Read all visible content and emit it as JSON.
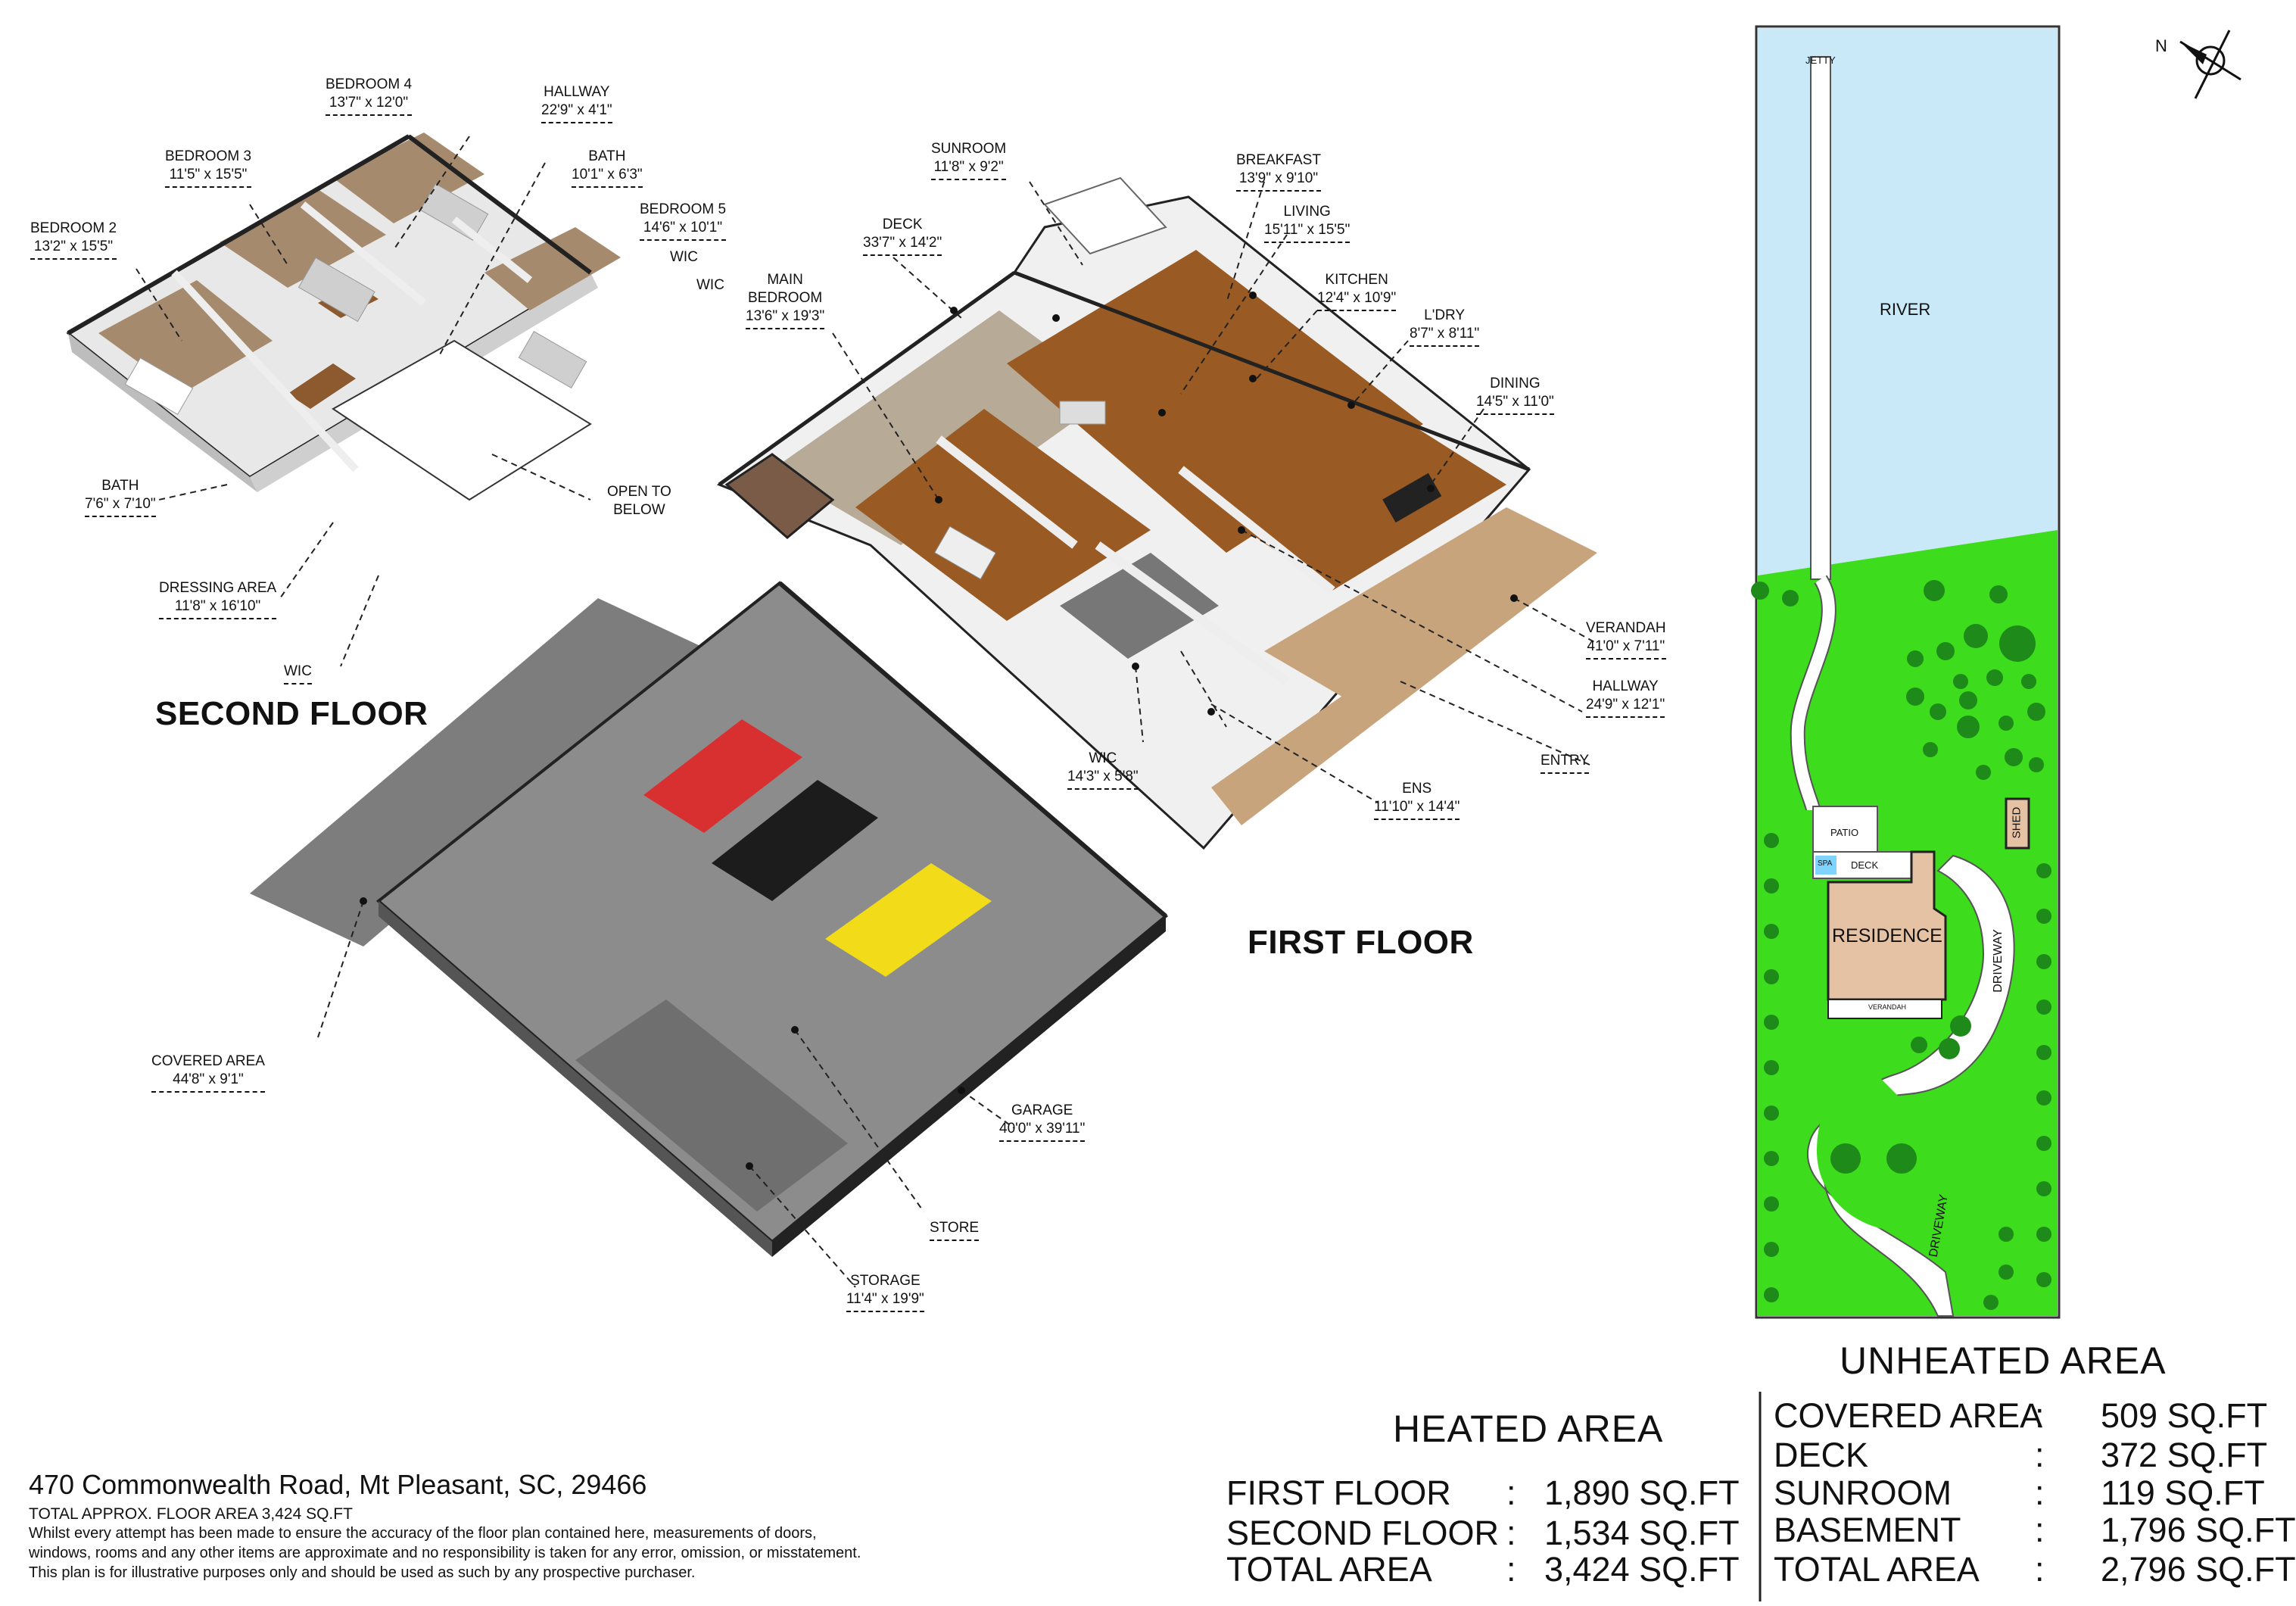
{
  "floors": {
    "second": "SECOND FLOOR",
    "first": "FIRST FLOOR"
  },
  "rooms": {
    "bedroom4": {
      "name": "BEDROOM 4",
      "dim": "13'7\" x 12'0\""
    },
    "hallway2": {
      "name": "HALLWAY",
      "dim": "22'9\" x 4'1\""
    },
    "bedroom3": {
      "name": "BEDROOM 3",
      "dim": "11'5\" x 15'5\""
    },
    "bath2a": {
      "name": "BATH",
      "dim": "10'1\" x 6'3\""
    },
    "bedroom2": {
      "name": "BEDROOM 2",
      "dim": "13'2\" x 15'5\""
    },
    "bedroom5": {
      "name": "BEDROOM 5",
      "dim": "14'6\" x 10'1\""
    },
    "wic_a": {
      "name": "WIC"
    },
    "wic_b": {
      "name": "WIC"
    },
    "open_below": {
      "name": "OPEN TO",
      "name2": "BELOW"
    },
    "bath2b": {
      "name": "BATH",
      "dim": "7'6\" x 7'10\""
    },
    "dressing": {
      "name": "DRESSING AREA",
      "dim": "11'8\" x 16'10\""
    },
    "wic_c": {
      "name": "WIC"
    },
    "sunroom": {
      "name": "SUNROOM",
      "dim": "11'8\" x 9'2\""
    },
    "breakfast": {
      "name": "BREAKFAST",
      "dim": "13'9\" x 9'10\""
    },
    "deck": {
      "name": "DECK",
      "dim": "33'7\" x 14'2\""
    },
    "living": {
      "name": "LIVING",
      "dim": "15'11\" x 15'5\""
    },
    "kitchen": {
      "name": "KITCHEN",
      "dim": "12'4\" x 10'9\""
    },
    "main_bedroom": {
      "name": "MAIN",
      "name2": "BEDROOM",
      "dim": "13'6\" x 19'3\""
    },
    "laundry": {
      "name": "L'DRY",
      "dim": "8'7\" x 8'11\""
    },
    "dining": {
      "name": "DINING",
      "dim": "14'5\" x 11'0\""
    },
    "verandah": {
      "name": "VERANDAH",
      "dim": "41'0\" x 7'11\""
    },
    "hallway1": {
      "name": "HALLWAY",
      "dim": "24'9\" x 12'1\""
    },
    "entry": {
      "name": "ENTRY"
    },
    "wic_d": {
      "name": "WIC",
      "dim": "14'3\" x 5'8\""
    },
    "ens": {
      "name": "ENS",
      "dim": "11'10\" x 14'4\""
    },
    "covered": {
      "name": "COVERED AREA",
      "dim": "44'8\" x 9'1\""
    },
    "garage": {
      "name": "GARAGE",
      "dim": "40'0\" x 39'11\""
    },
    "store": {
      "name": "STORE"
    },
    "storage": {
      "name": "STORAGE",
      "dim": "11'4\" x 19'9\""
    }
  },
  "site": {
    "jetty": "JETTY",
    "river": "RIVER",
    "patio": "PATIO",
    "spa": "SPA",
    "deck": "DECK",
    "residence": "RESIDENCE",
    "verandah": "VERANDAH",
    "shed": "SHED",
    "driveway": "DRIVEWAY",
    "north": "N"
  },
  "footer": {
    "address": "470 Commonwealth Road, Mt Pleasant, SC, 29466",
    "total": "TOTAL APPROX. FLOOR AREA 3,424 SQ.FT",
    "disclaimer1": "Whilst every attempt has been made to ensure the accuracy of the floor plan contained here, measurements of doors,",
    "disclaimer2": "windows, rooms and any other items are approximate and no responsibility is taken for any error, omission, or misstatement.",
    "disclaimer3": "This plan is for illustrative purposes only and should be used as such by any prospective purchaser."
  },
  "heated": {
    "title": "HEATED AREA",
    "rows": [
      {
        "label": "FIRST FLOOR",
        "colon": ":",
        "value": "1,890 SQ.FT"
      },
      {
        "label": "SECOND FLOOR",
        "colon": ":",
        "value": "1,534 SQ.FT"
      },
      {
        "label": "TOTAL AREA",
        "colon": ":",
        "value": "3,424 SQ.FT"
      }
    ]
  },
  "unheated": {
    "title": "UNHEATED  AREA",
    "rows": [
      {
        "label": "COVERED AREA",
        "colon": ":",
        "value": "509 SQ.FT"
      },
      {
        "label": "DECK",
        "colon": ":",
        "value": "372 SQ.FT"
      },
      {
        "label": "SUNROOM",
        "colon": ":",
        "value": "119 SQ.FT"
      },
      {
        "label": "BASEMENT",
        "colon": ":",
        "value": "1,796 SQ.FT"
      },
      {
        "label": "TOTAL AREA",
        "colon": ":",
        "value": "2,796 SQ.FT"
      }
    ]
  },
  "colors": {
    "floor_wood": "#9a5a23",
    "wall": "#f3f3f3",
    "garage_floor": "#8c8c8c",
    "river": "#c9e9f8",
    "lawn": "#3ddc1c",
    "tree": "#1e8a1a",
    "residence": "#e6c2a5"
  }
}
